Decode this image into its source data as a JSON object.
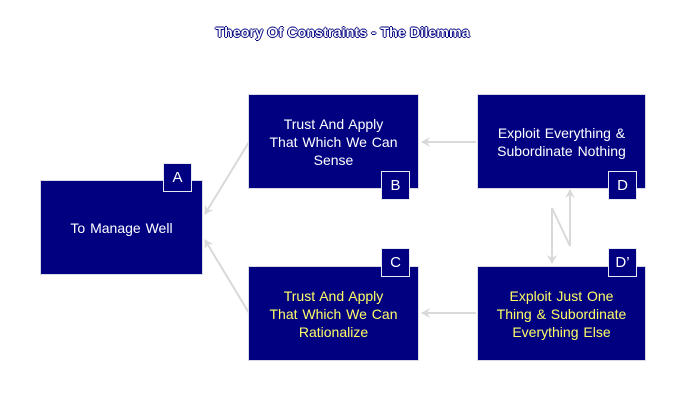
{
  "title": "Theory Of Constraints  -  The Dilemma",
  "colors": {
    "box_fill": "#000080",
    "arrow": "#d9d9d9",
    "requirement_text": "#ffffff",
    "alternative_text": "#ffff66"
  },
  "nodes": {
    "A": {
      "tag": "A",
      "text": "To Manage Well"
    },
    "B": {
      "tag": "B",
      "text": "Trust And Apply\nThat Which We Can\nSense"
    },
    "C": {
      "tag": "C",
      "text": "Trust And Apply\nThat Which We Can\nRationalize"
    },
    "D": {
      "tag": "D",
      "text": "Exploit Everything  &\nSubordinate Nothing"
    },
    "D_prime": {
      "tag": "D’",
      "text": "Exploit Just One\nThing & Subordinate\nEverything  Else"
    }
  },
  "edges": [
    {
      "from": "B",
      "to": "A"
    },
    {
      "from": "C",
      "to": "A"
    },
    {
      "from": "D",
      "to": "B"
    },
    {
      "from": "D_prime",
      "to": "C"
    },
    {
      "from": "D",
      "to": "D_prime",
      "type": "conflict"
    }
  ]
}
